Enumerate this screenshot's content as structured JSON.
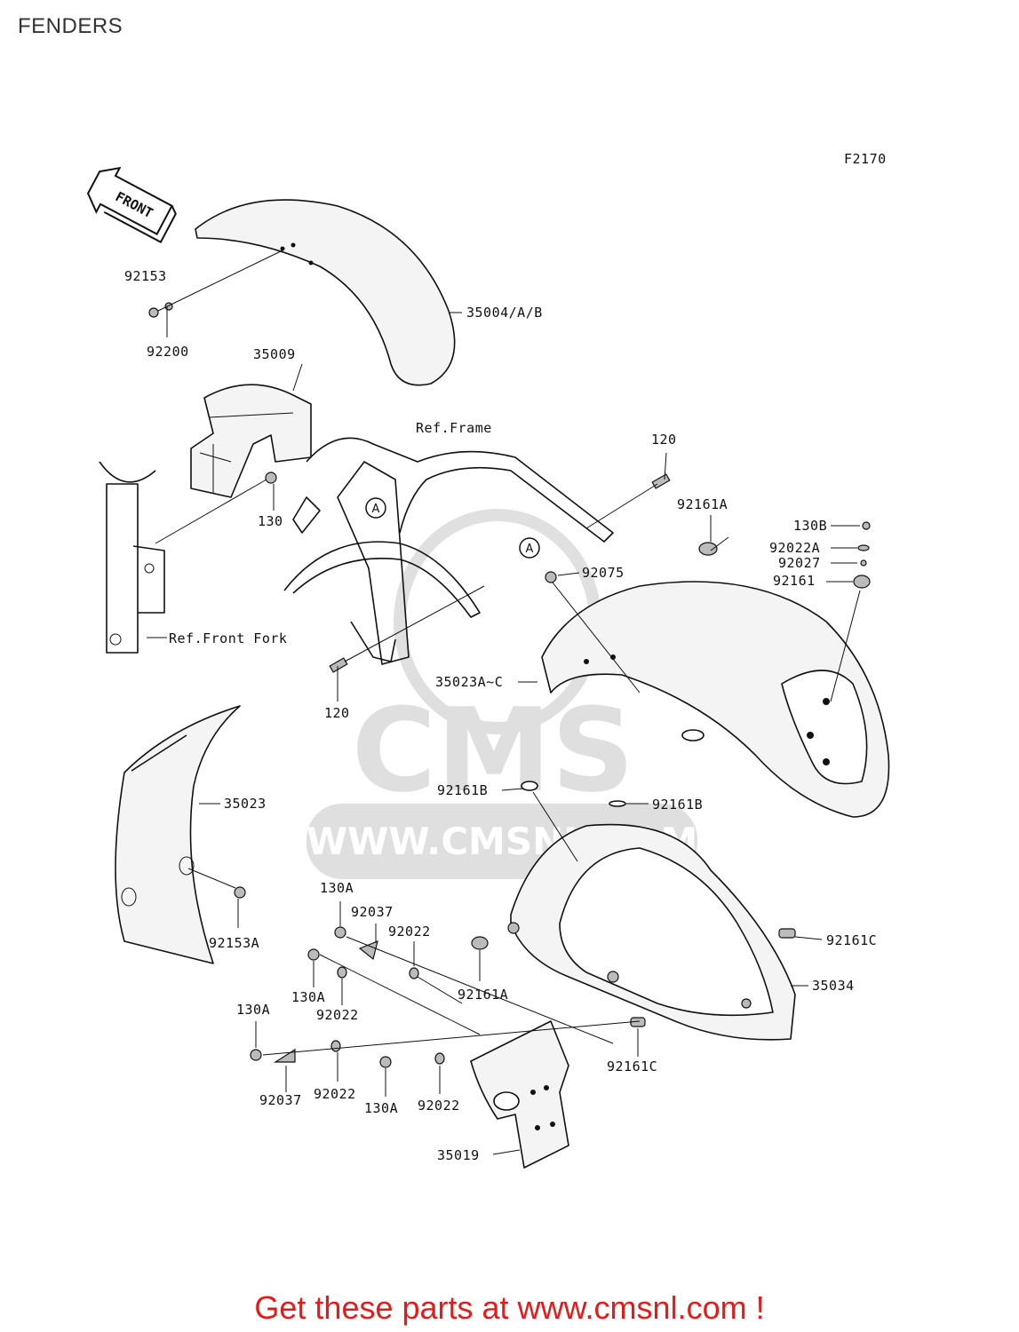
{
  "page": {
    "title": "FENDERS",
    "footer_text": "Get these parts at www.cmsnl.com !"
  },
  "diagram": {
    "figure_code": "F2170",
    "direction_arrow_text": "FRONT",
    "watermark": {
      "logo_text": "CMS",
      "url_text": "WWW.CMSNL.COM"
    },
    "callout_letter": "A",
    "references": {
      "frame": "Ref.Frame",
      "front_fork": "Ref.Front Fork"
    },
    "parts": [
      {
        "id": "92153",
        "label": "92153"
      },
      {
        "id": "92200",
        "label": "92200"
      },
      {
        "id": "35004",
        "label": "35004/A/B"
      },
      {
        "id": "35009",
        "label": "35009"
      },
      {
        "id": "130",
        "label": "130"
      },
      {
        "id": "120-top",
        "label": "120"
      },
      {
        "id": "120-bottom",
        "label": "120"
      },
      {
        "id": "92161A-top",
        "label": "92161A"
      },
      {
        "id": "130B",
        "label": "130B"
      },
      {
        "id": "92022A",
        "label": "92022A"
      },
      {
        "id": "92027",
        "label": "92027"
      },
      {
        "id": "92161",
        "label": "92161"
      },
      {
        "id": "92075",
        "label": "92075"
      },
      {
        "id": "35023A",
        "label": "35023A~C"
      },
      {
        "id": "35023",
        "label": "35023"
      },
      {
        "id": "92161B-left",
        "label": "92161B"
      },
      {
        "id": "92161B-right",
        "label": "92161B"
      },
      {
        "id": "92153A",
        "label": "92153A"
      },
      {
        "id": "130A-1",
        "label": "130A"
      },
      {
        "id": "92037-1",
        "label": "92037"
      },
      {
        "id": "92022-1",
        "label": "92022"
      },
      {
        "id": "92161C-right",
        "label": "92161C"
      },
      {
        "id": "92161A-bottom",
        "label": "92161A"
      },
      {
        "id": "35034",
        "label": "35034"
      },
      {
        "id": "130A-2",
        "label": "130A"
      },
      {
        "id": "92022-2",
        "label": "92022"
      },
      {
        "id": "130A-3",
        "label": "130A"
      },
      {
        "id": "92161C-bottom",
        "label": "92161C"
      },
      {
        "id": "92037-2",
        "label": "92037"
      },
      {
        "id": "92022-3",
        "label": "92022"
      },
      {
        "id": "130A-4",
        "label": "130A"
      },
      {
        "id": "92022-4",
        "label": "92022"
      },
      {
        "id": "35019",
        "label": "35019"
      }
    ]
  }
}
